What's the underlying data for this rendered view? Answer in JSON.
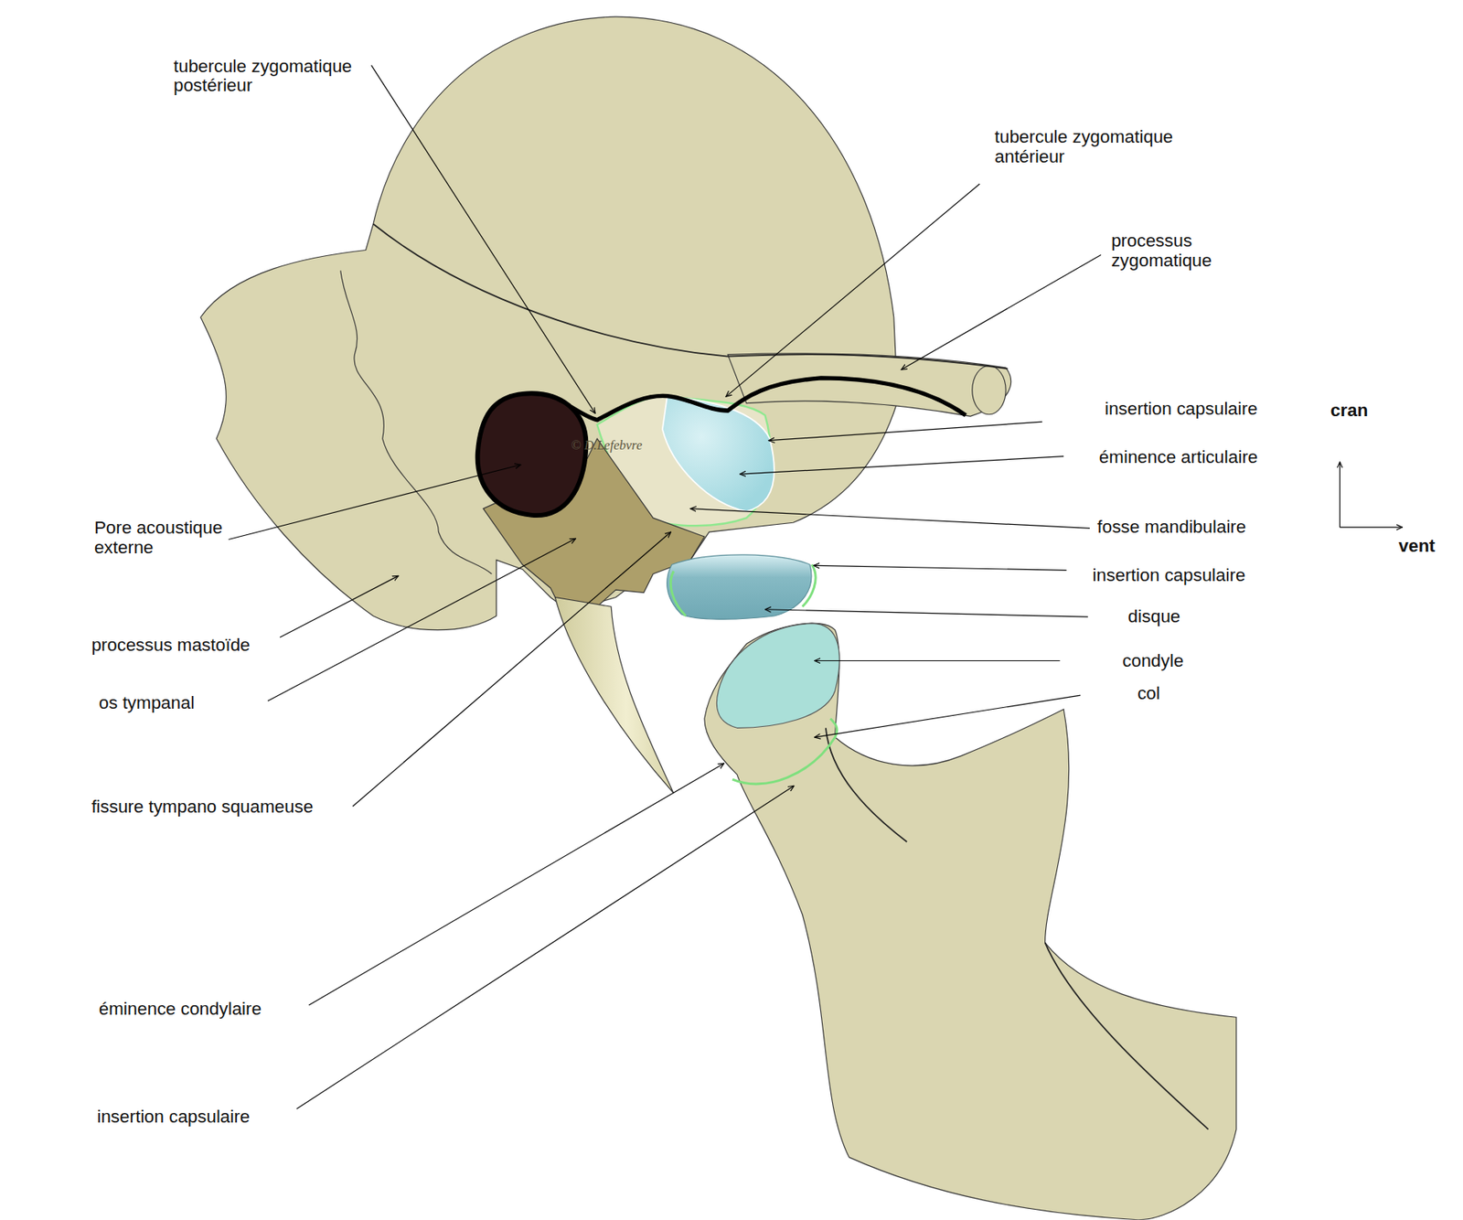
{
  "diagram": {
    "labels": [
      "tubercule zygomatique postérieur",
      "tubercule zygomatique antérieur",
      "processus zygomatique",
      "insertion capsulaire",
      "cran",
      "éminence articulaire",
      "fosse mandibulaire",
      "vent",
      "Pore acoustique externe",
      "insertion capsulaire",
      "disque",
      "condyle",
      "col",
      "processus mastoïde",
      "os tympanal",
      "fissure tympano squameuse",
      "éminence condylaire",
      "insertion capsulaire",
      "© D.Lefebvre"
    ]
  }
}
